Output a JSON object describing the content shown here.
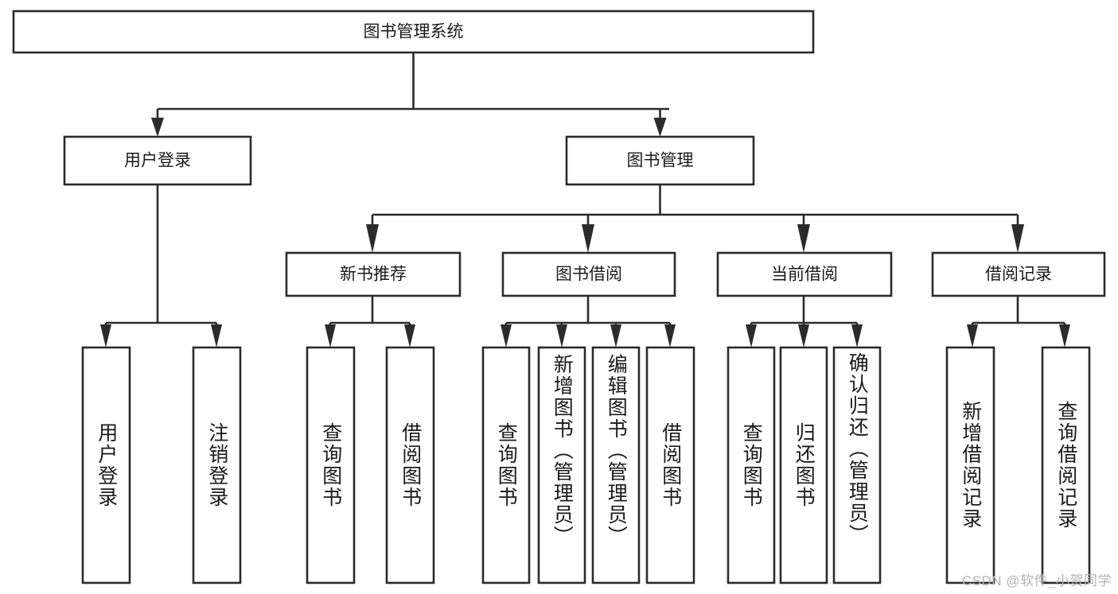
{
  "diagram": {
    "type": "tree-hierarchy-flowchart",
    "orientation": "top-down",
    "watermark": "CSDN @软件_小贺同学",
    "colors": {
      "box_stroke": "#2b2b2b",
      "box_fill": "#ffffff",
      "connector": "#2b2b2b",
      "text": "#1a1a1a",
      "watermark": "#b4b4b4",
      "background": "#ffffff"
    },
    "root": {
      "id": "root",
      "label": "图书管理系统",
      "level": 0
    },
    "level2": [
      {
        "id": "user-login",
        "label": "用户登录",
        "level": 1
      },
      {
        "id": "book-manage",
        "label": "图书管理",
        "level": 1
      }
    ],
    "level3": [
      {
        "id": "new-book-recommend",
        "label": "新书推荐",
        "level": 2,
        "parent": "book-manage"
      },
      {
        "id": "book-borrow",
        "label": "图书借阅",
        "level": 2,
        "parent": "book-manage"
      },
      {
        "id": "current-borrow",
        "label": "当前借阅",
        "level": 2,
        "parent": "book-manage"
      },
      {
        "id": "borrow-record",
        "label": "借阅记录",
        "level": 2,
        "parent": "book-manage"
      }
    ],
    "leaves": [
      {
        "id": "leaf-user-login",
        "label": "用户登录",
        "parent": "user-login"
      },
      {
        "id": "leaf-logout-login",
        "label": "注销登录",
        "parent": "user-login"
      },
      {
        "id": "leaf-query-book-1",
        "label": "查询图书",
        "parent": "new-book-recommend"
      },
      {
        "id": "leaf-borrow-book-1",
        "label": "借阅图书",
        "parent": "new-book-recommend"
      },
      {
        "id": "leaf-query-book-2",
        "label": "查询图书",
        "parent": "book-borrow"
      },
      {
        "id": "leaf-add-book",
        "label": "新增图书（管理员）",
        "parent": "book-borrow"
      },
      {
        "id": "leaf-edit-book",
        "label": "编辑图书（管理员）",
        "parent": "book-borrow"
      },
      {
        "id": "leaf-borrow-book-2",
        "label": "借阅图书",
        "parent": "book-borrow"
      },
      {
        "id": "leaf-query-book-3",
        "label": "查询图书",
        "parent": "current-borrow"
      },
      {
        "id": "leaf-return-book",
        "label": "归还图书",
        "parent": "current-borrow"
      },
      {
        "id": "leaf-confirm-return",
        "label": "确认归还（管理员）",
        "parent": "current-borrow"
      },
      {
        "id": "leaf-add-record",
        "label": "新增借阅记录",
        "parent": "borrow-record"
      },
      {
        "id": "leaf-query-record",
        "label": "查询借阅记录",
        "parent": "borrow-record"
      }
    ]
  }
}
